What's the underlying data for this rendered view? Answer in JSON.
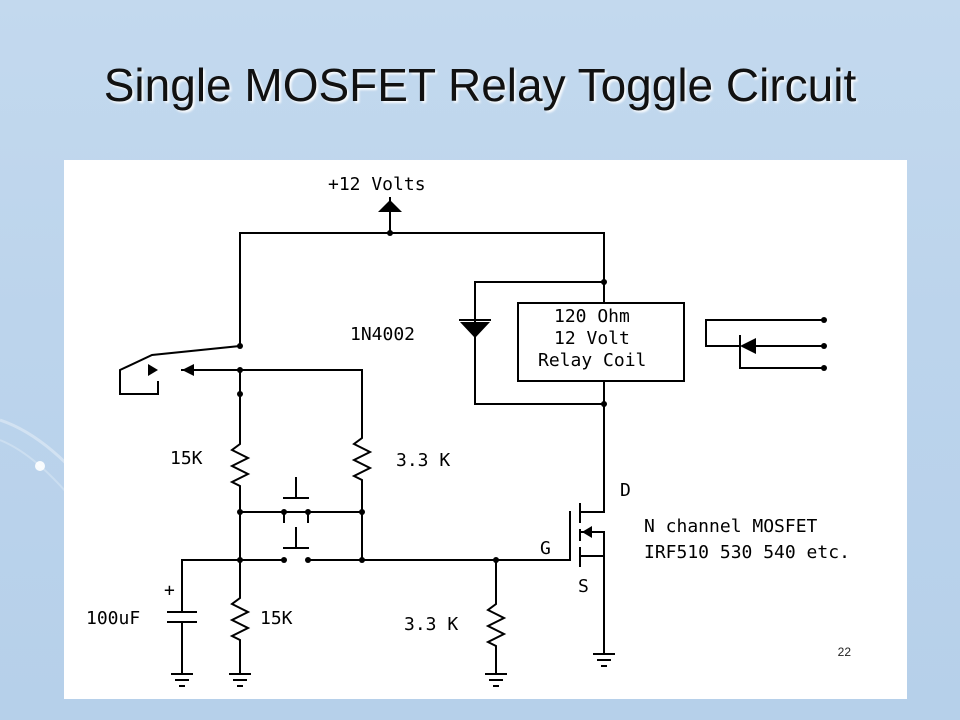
{
  "slide": {
    "title": "Single MOSFET Relay Toggle Circuit",
    "page_number": "22"
  },
  "schematic": {
    "supply_label": "+12 Volts",
    "diode_label": "1N4002",
    "relay_coil_lines": [
      "120 Ohm",
      "12  Volt",
      "Relay Coil"
    ],
    "resistor_top_left": "15K",
    "resistor_top_mid": "3.3 K",
    "resistor_bottom_left": "15K",
    "resistor_gate": "3.3 K",
    "capacitor_label": "100uF",
    "capacitor_polarity": "+",
    "mosfet_drain": "D",
    "mosfet_gate": "G",
    "mosfet_source": "S",
    "mosfet_desc_line1": "N channel MOSFET",
    "mosfet_desc_line2": "IRF510 530 540 etc."
  },
  "colors": {
    "background": "#bcd4ec",
    "panel": "#ffffff",
    "ink": "#000000"
  }
}
